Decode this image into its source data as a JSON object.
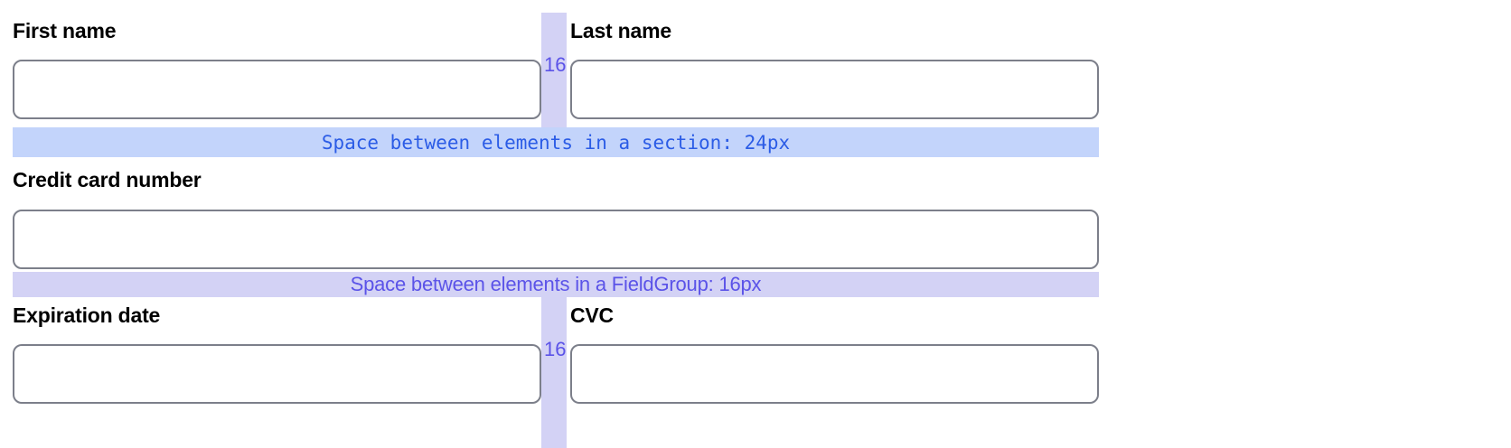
{
  "form": {
    "fields": [
      {
        "id": "first-name",
        "label": "First name",
        "value": "",
        "placeholder": ""
      },
      {
        "id": "last-name",
        "label": "Last name",
        "value": "",
        "placeholder": ""
      },
      {
        "id": "card-number",
        "label": "Credit card number",
        "value": "",
        "placeholder": ""
      },
      {
        "id": "expiration",
        "label": "Expiration date",
        "value": "",
        "placeholder": ""
      },
      {
        "id": "cvc",
        "label": "CVC",
        "value": "",
        "placeholder": ""
      }
    ]
  },
  "annotations": {
    "section_gap": {
      "text": "Space between elements in a section: 24px",
      "value": "24px",
      "bar_color": "#c3d4fb",
      "text_color": "#2b5ce6"
    },
    "fieldgroup_gap": {
      "text": "Space between elements in a FieldGroup: 16px",
      "value": "16px",
      "bar_color": "#d3d2f5",
      "text_color": "#5b53e8"
    },
    "column_gap_top": {
      "value": "16",
      "strip_color": "#d3d2f5",
      "text_color": "#5b53e8"
    },
    "column_gap_bottom": {
      "value": "16",
      "strip_color": "#d3d2f5",
      "text_color": "#5b53e8"
    }
  }
}
